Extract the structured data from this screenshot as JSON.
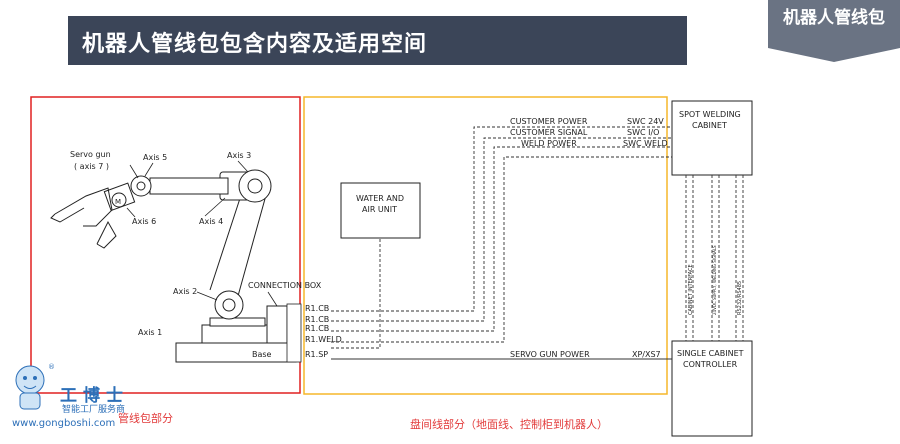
{
  "header": {
    "title": "机器人管线包包含内容及适用空间"
  },
  "corner": {
    "label": "机器人管线包"
  },
  "colors": {
    "header_bg": "#3b4558",
    "corner_bg": "#6a7383",
    "robot_box": "#e02020",
    "middle_box": "#f5b72a",
    "line": "#222222"
  },
  "robot": {
    "servo_gun": "Servo gun",
    "axis7": "( axis 7 )",
    "motor": "M",
    "axis1": "Axis 1",
    "axis2": "Axis 2",
    "axis3": "Axis 3",
    "axis4": "Axis 4",
    "axis5": "Axis 5",
    "axis6": "Axis 6",
    "base": "Base",
    "connection_box": "CONNECTION BOX",
    "ports": [
      "R1.CB",
      "R1.CB",
      "R1.CB",
      "R1.WELD",
      "R1.SP"
    ]
  },
  "water_air_unit": [
    "WATER AND",
    "AIR UNIT"
  ],
  "cables": {
    "customer_power": "CUSTOMER POWER",
    "customer_signal": "CUSTOMER SIGNAL",
    "weld_power": "WELD POWER",
    "servo_gun_power": "SERVO GUN POWER",
    "swc24v": "SWC 24V",
    "swcio": "SWC I/O",
    "swcweld": "SWC WELD",
    "xp": "XP/XS7"
  },
  "spot_welding_cabinet": [
    "SPOT WELDING",
    "CABINET"
  ],
  "single_cabinet_controller": [
    "SINGLE CABINET",
    "CONTROLLER"
  ],
  "vertical_labels": [
    "CABINET INTERFACE",
    "24VDC SUPPLY, WELDING SIGNALS",
    "RS232/RS485"
  ],
  "captions": {
    "robot_part": "管线包部分",
    "middle_part": "盘间线部分（地面线、控制柜到机器人）"
  },
  "watermark": {
    "name": "工博士",
    "sub": "智能工厂服务商",
    "url": "www.gongboshi.com",
    "reg": "®"
  }
}
